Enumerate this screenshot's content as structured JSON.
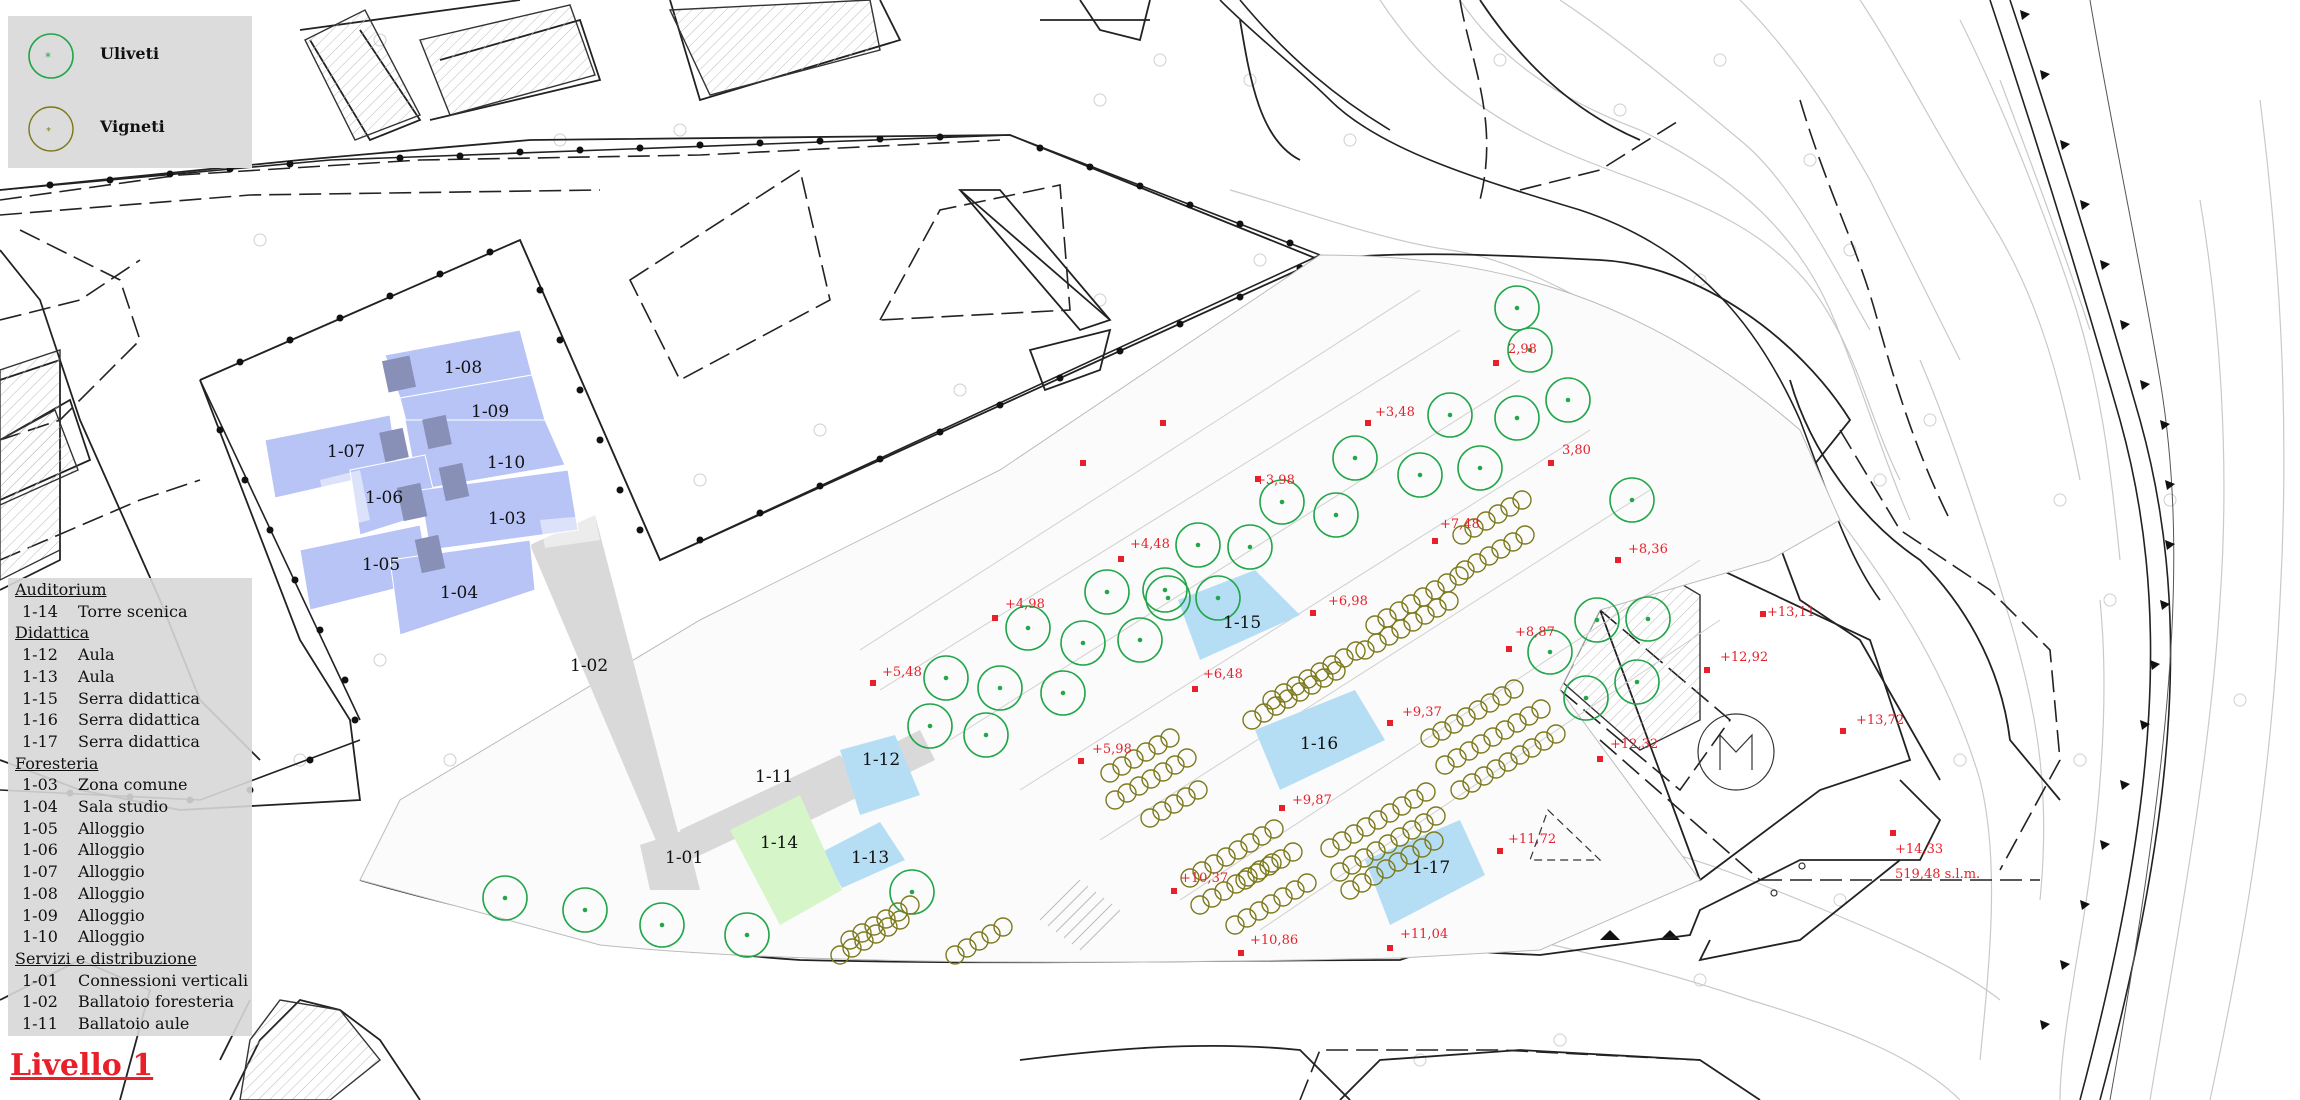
{
  "legend_trees": {
    "olive_label": "Uliveti",
    "vine_label": "Vigneti",
    "colors": {
      "olive": "#22a64a",
      "vine": "#7d7a1e"
    }
  },
  "functions_legend": {
    "sections": [
      {
        "title": "Auditorium",
        "items": [
          {
            "code": "1-14",
            "name": "Torre scenica"
          }
        ]
      },
      {
        "title": "Didattica",
        "items": [
          {
            "code": "1-12",
            "name": "Aula"
          },
          {
            "code": "1-13",
            "name": "Aula"
          },
          {
            "code": "1-15",
            "name": "Serra didattica"
          },
          {
            "code": "1-16",
            "name": "Serra didattica"
          },
          {
            "code": "1-17",
            "name": "Serra didattica"
          }
        ]
      },
      {
        "title": "Foresteria",
        "items": [
          {
            "code": "1-03",
            "name": "Zona comune"
          },
          {
            "code": "1-04",
            "name": "Sala studio"
          },
          {
            "code": "1-05",
            "name": "Alloggio"
          },
          {
            "code": "1-06",
            "name": "Alloggio"
          },
          {
            "code": "1-07",
            "name": "Alloggio"
          },
          {
            "code": "1-08",
            "name": "Alloggio"
          },
          {
            "code": "1-09",
            "name": "Alloggio"
          },
          {
            "code": "1-10",
            "name": "Alloggio"
          }
        ]
      },
      {
        "title": "Servizi e distribuzione",
        "items": [
          {
            "code": "1-01",
            "name": "Connessioni verticali"
          },
          {
            "code": "1-02",
            "name": "Ballatoio foresteria"
          },
          {
            "code": "1-11",
            "name": "Ballatoio aule"
          }
        ]
      }
    ]
  },
  "room_labels": {
    "r0108": "1-08",
    "r0109": "1-09",
    "r0107": "1-07",
    "r0110": "1-10",
    "r0106": "1-06",
    "r0103": "1-03",
    "r0105": "1-05",
    "r0104": "1-04",
    "r0102": "1-02",
    "r0111": "1-11",
    "r0112": "1-12",
    "r0101": "1-01",
    "r0114": "1-14",
    "r0113": "1-13",
    "r0115": "1-15",
    "r0116": "1-16",
    "r0117": "1-17"
  },
  "elevations": {
    "e1": "2,98",
    "e2": "+3,48",
    "e3": "3,80",
    "e4": "+3,98",
    "e5": "+7,48",
    "e6": "+4,48",
    "e7": "+8,36",
    "e8": "+4,98",
    "e9": "+6,98",
    "e10": "+13,11",
    "e11": "+8,87",
    "e12": "+5,48",
    "e13": "+6,48",
    "e14": "+12,92",
    "e15": "+9,37",
    "e16": "+13,72",
    "e17": "+5,98",
    "e18": "+12,32",
    "e19": "+9,87",
    "e20": "+11,72",
    "e21": "+14,33",
    "e22": "519,48 s.l.m.",
    "e23": "+10,37",
    "e24": "+11,04",
    "e25": "+10,86"
  },
  "colors": {
    "residence": "#b8c4f5",
    "residence_dark": "#8890b8",
    "classroom": "#b5def5",
    "auditorium": "#d6f5c8",
    "circulation": "#d9d9d9",
    "elevation_red": "#e8202a"
  },
  "level_title": "Livello 1"
}
